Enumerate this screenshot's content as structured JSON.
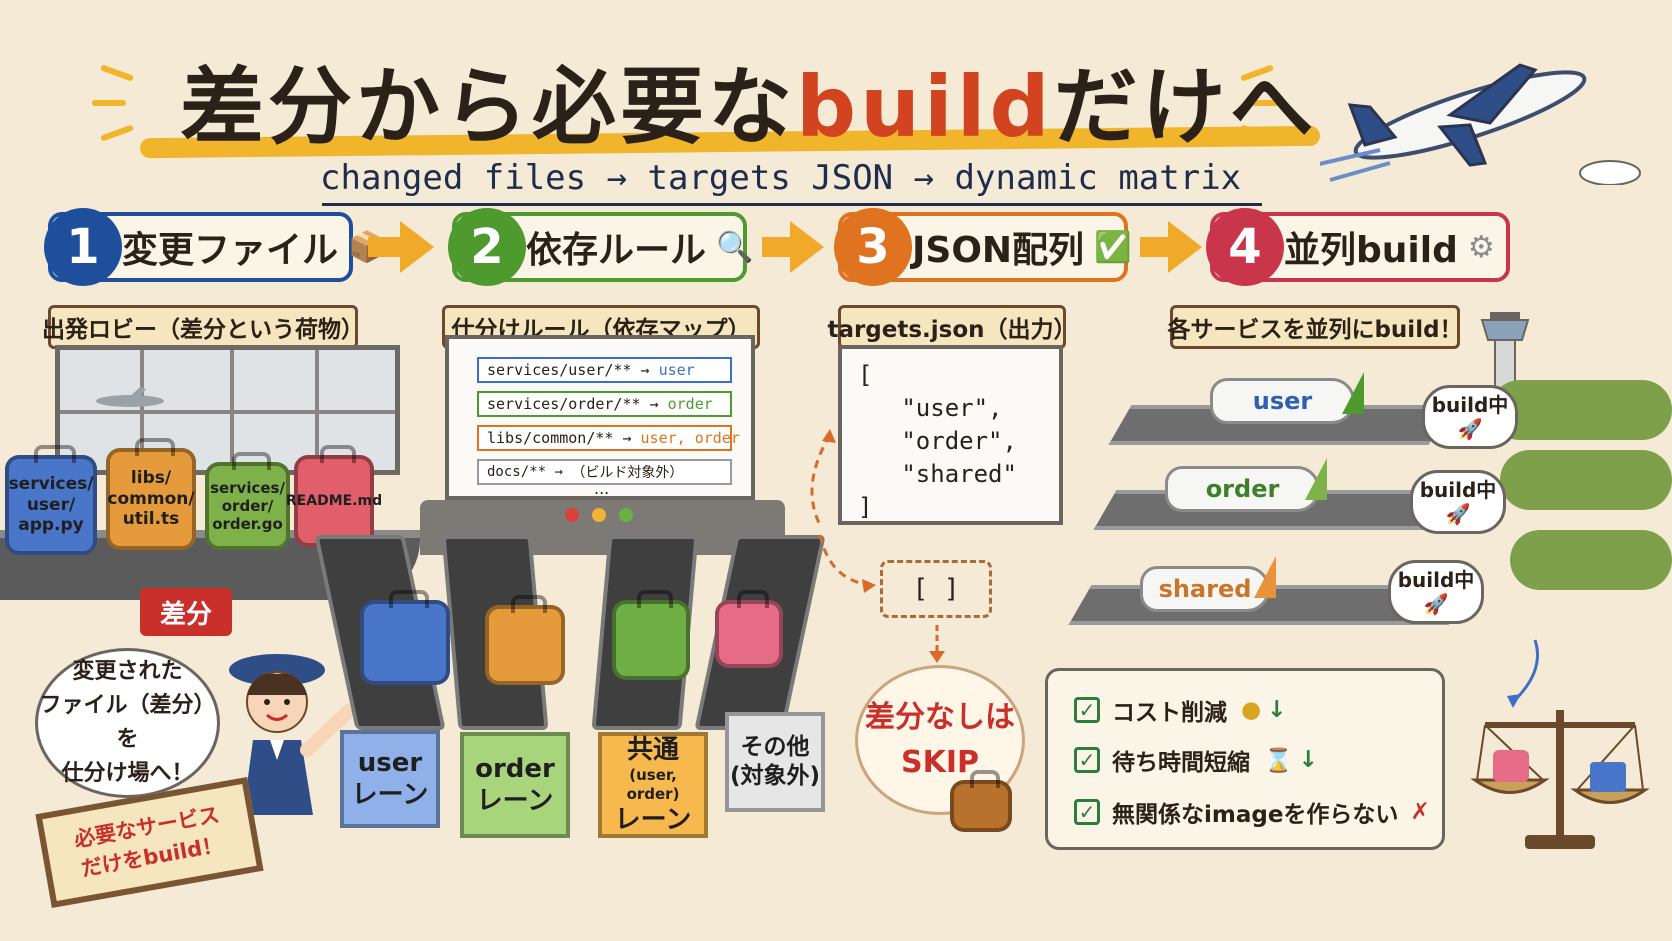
{
  "title": {
    "main": "差分から必要な",
    "accent": "build",
    "tail": "だけへ",
    "subtitle": "changed files → targets JSON → dynamic matrix"
  },
  "steps": [
    {
      "num": "1",
      "label": "変更ファイル",
      "icon": "package-icon",
      "color": "#1f4e9c"
    },
    {
      "num": "2",
      "label": "依存ルール",
      "icon": "magnifier-icon",
      "color": "#4e9a2f"
    },
    {
      "num": "3",
      "label": "JSON配列",
      "icon": "check-icon",
      "color": "#e0731f"
    },
    {
      "num": "4",
      "label": "並列build",
      "icon": "gear-icon",
      "color": "#c9364b"
    }
  ],
  "lobby": {
    "board": "出発ロビー（差分という荷物）",
    "bags": [
      {
        "text": "services/\nuser/\napp.py",
        "color": "#4a76c9"
      },
      {
        "text": "libs/\ncommon/\nutil.ts",
        "color": "#e59a3c"
      },
      {
        "text": "services/\norder/\norder.go",
        "color": "#7fb14b"
      },
      {
        "text": "README.md",
        "color": "#e05f6a"
      }
    ],
    "diff_tag": "差分"
  },
  "rules": {
    "board": "仕分けルール（依存マップ）",
    "items": [
      {
        "pattern": "services/user/**",
        "arrow": "→",
        "target": "user",
        "color": "#3e6fc7"
      },
      {
        "pattern": "services/order/**",
        "arrow": "→",
        "target": "order",
        "color": "#4e9a2f"
      },
      {
        "pattern": "libs/common/**",
        "arrow": "→",
        "target": "user, order",
        "color": "#e0731f"
      },
      {
        "pattern": "docs/**",
        "arrow": "→",
        "target": "（ビルド対象外）",
        "color": "#7a7a7a"
      }
    ],
    "ellipsis": "...",
    "lanes": [
      {
        "line1": "user",
        "line2": "レーン",
        "line3": "",
        "color": "#3e6fc7",
        "bag": "#4a76c9"
      },
      {
        "line1": "order",
        "line2": "レーン",
        "line3": "",
        "color": "#5ea23a",
        "bag": "#e59a3c"
      },
      {
        "line1": "共通",
        "line2": "(user, order)",
        "line3": "レーン",
        "color": "#f0a23a",
        "bag": "#6fae45"
      },
      {
        "line1": "その他",
        "line2": "(対象外)",
        "line3": "",
        "color": "#d8d8d8",
        "bag": "#e56b86"
      }
    ]
  },
  "targets": {
    "board": "targets.json（出力）",
    "json": "[\n   \"user\",\n   \"order\",\n   \"shared\"\n]",
    "empty": "[ ]",
    "skip_line1": "差分なしは",
    "skip_line2": "SKIP"
  },
  "build": {
    "board": "各サービスを並列にbuild！",
    "planes": [
      {
        "name": "user",
        "status": "build中",
        "tail": "#4e9a2f",
        "text": "#2f5fb3"
      },
      {
        "name": "order",
        "status": "build中",
        "tail": "#7fb14b",
        "text": "#3f7f2a"
      },
      {
        "name": "shared",
        "status": "build中",
        "tail": "#e8923a",
        "text": "#c9762a"
      }
    ]
  },
  "benefits": [
    {
      "text": "コスト削減"
    },
    {
      "text": "待ち時間短縮"
    },
    {
      "text": "無関係なimageを作らない"
    }
  ],
  "guide": {
    "bubble": [
      "変更された",
      "ファイル（差分）を",
      "仕分け場へ！"
    ],
    "sign": [
      "必要なサービス",
      "だけをbuild！"
    ]
  }
}
